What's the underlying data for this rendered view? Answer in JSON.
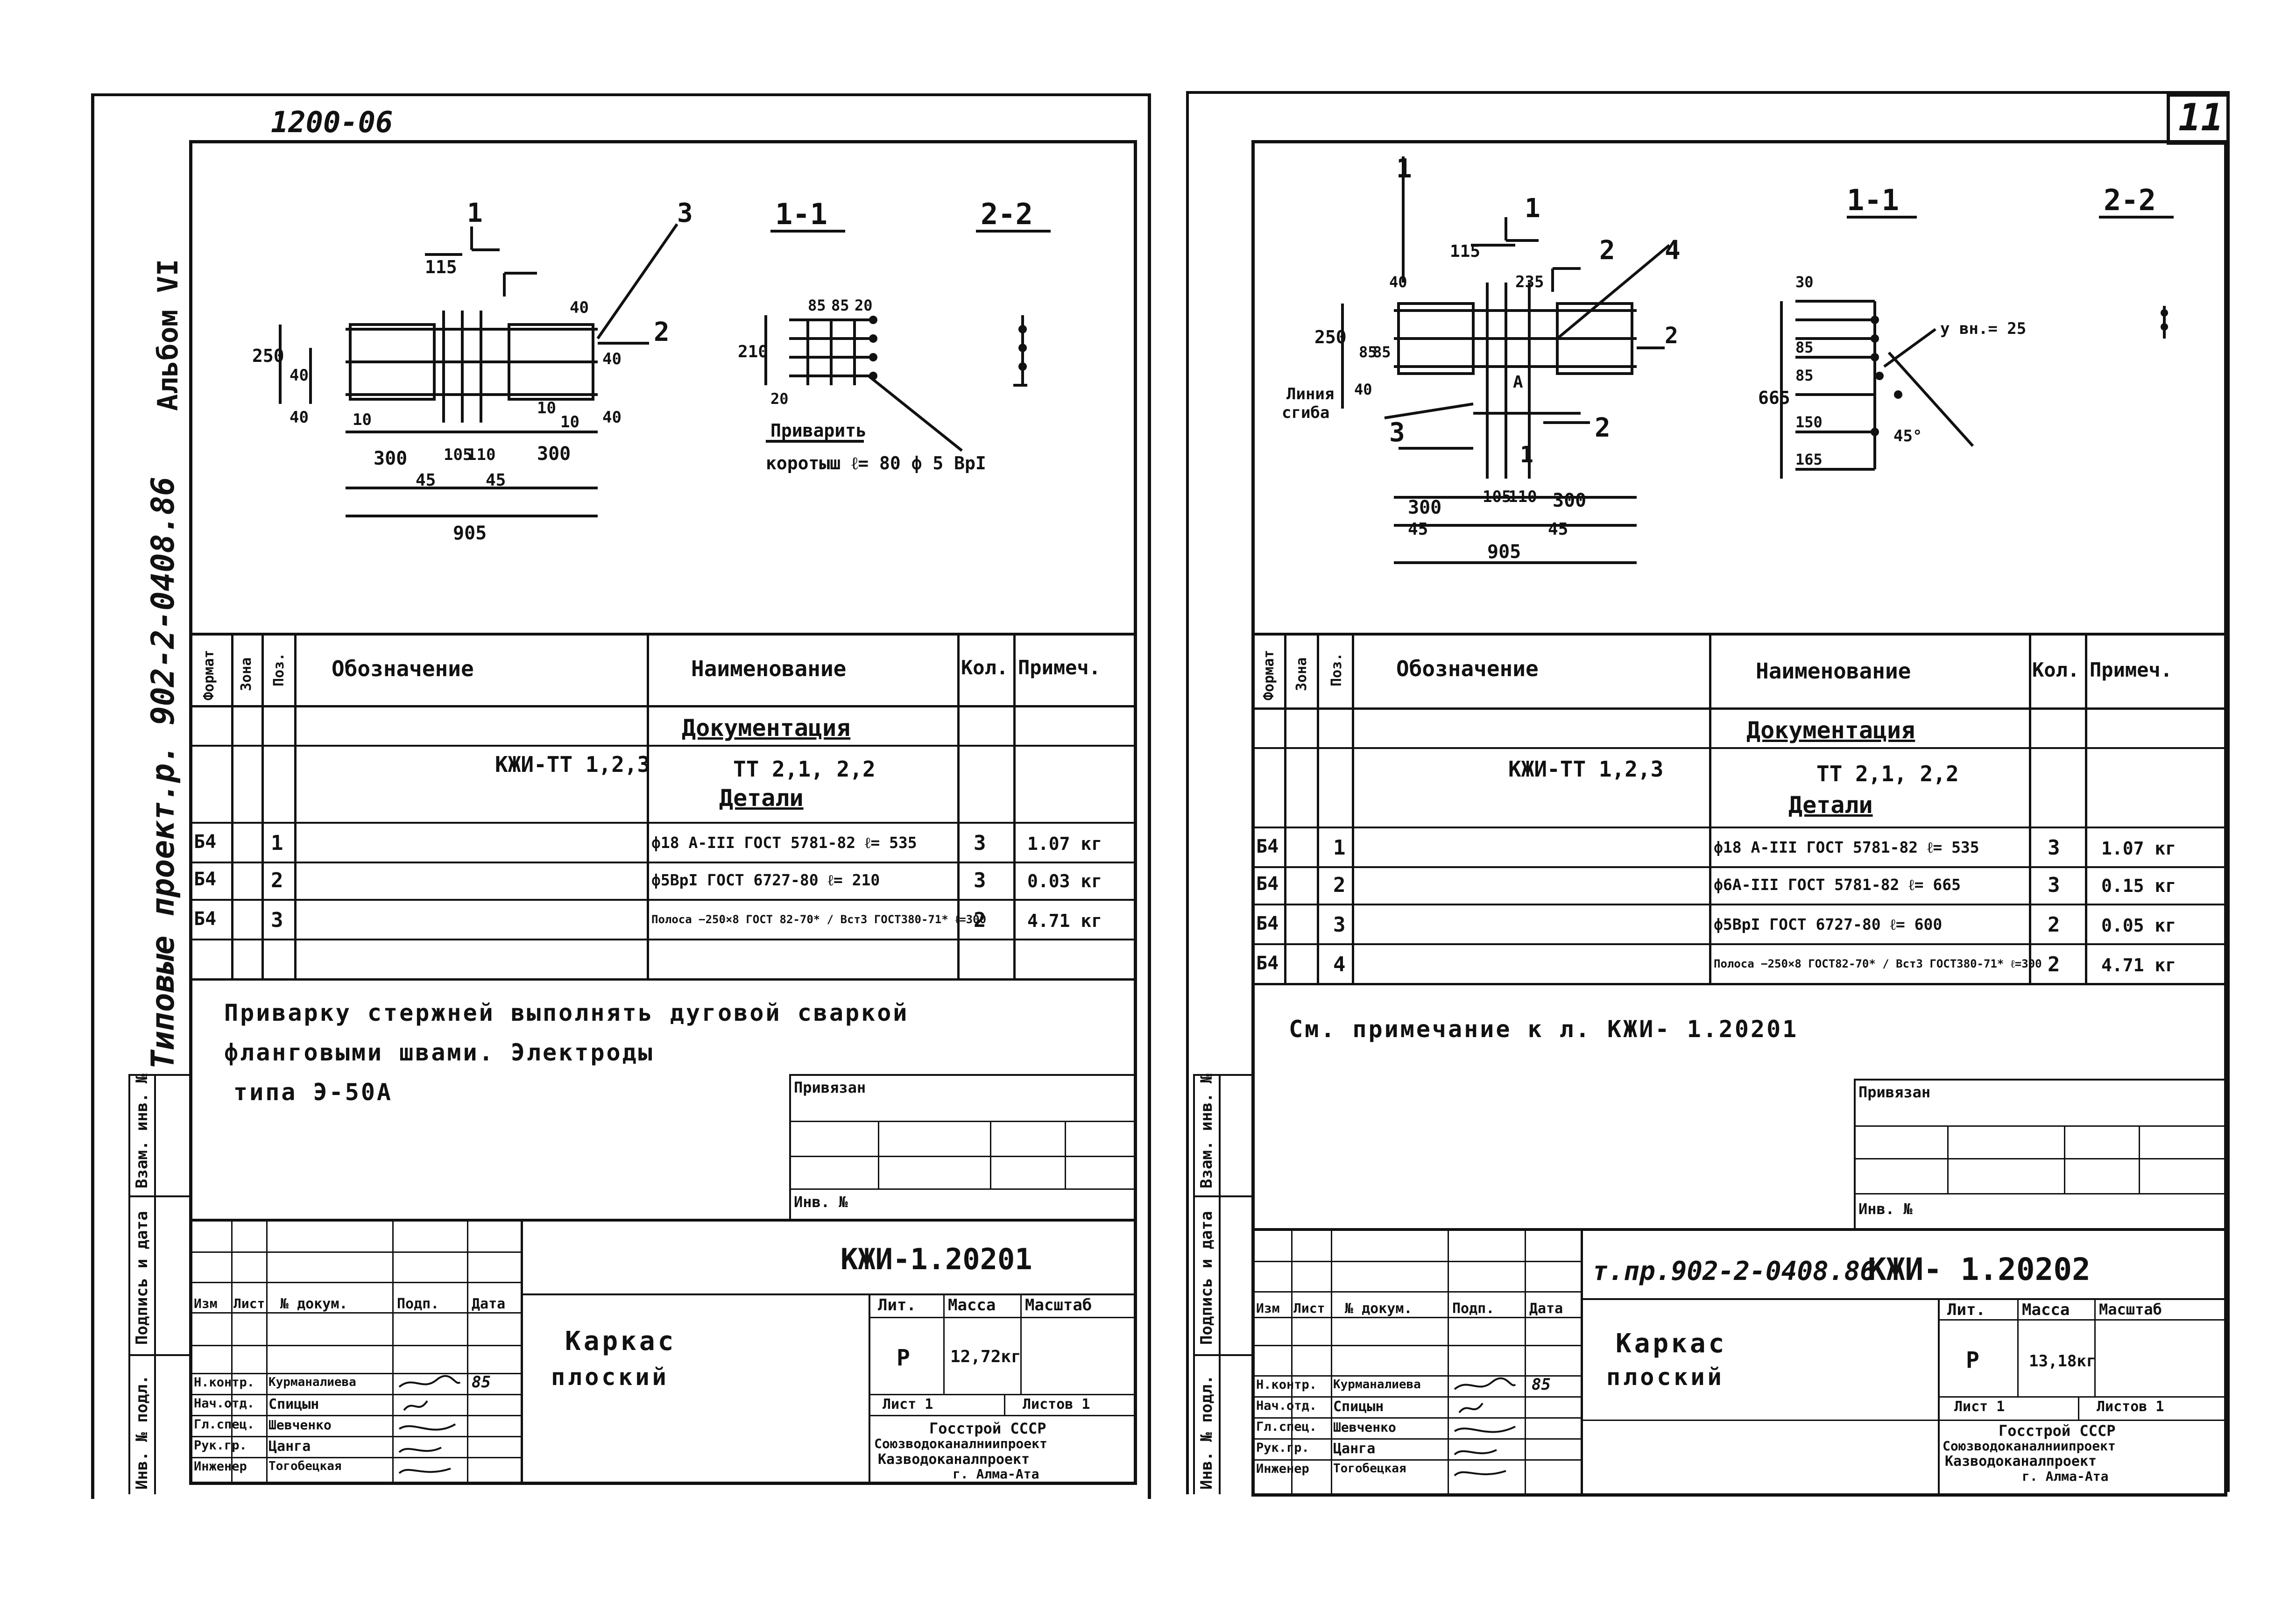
{
  "left": {
    "sheet_code": "1200-06",
    "album": "Альбом VI",
    "project": "Типовые проект.р. 902-2-0408.86",
    "drawing": {
      "pos_1": "1",
      "pos_2": "2",
      "pos_3": "3",
      "dims": [
        "115",
        "250",
        "40",
        "40",
        "10",
        "300",
        "105",
        "110",
        "300",
        "45",
        "45",
        "905",
        "40",
        "40",
        "10",
        "40",
        "10"
      ],
      "sect_1_1": "1-1",
      "sect_2_2": "2-2",
      "sect_dims": [
        "210",
        "85",
        "85",
        "20",
        "20"
      ],
      "weld_note_1": "Приварить",
      "weld_note_2": "коротыш ℓ= 80 ф 5 ВрI"
    },
    "table": {
      "headers": [
        "Формат",
        "Зона",
        "Поз.",
        "Обозначение",
        "Наименование",
        "Кол.",
        "Примеч."
      ],
      "section_docs": "Документация",
      "docs_code": "КЖИ-ТТ 1,2,3",
      "docs_name": "ТТ 2,1, 2,2",
      "section_parts": "Детали",
      "rows": [
        {
          "format": "Б4",
          "pos": "1",
          "name": "ф18 А-III ГОСТ 5781-82 ℓ= 535",
          "qty": "3",
          "note": "1.07 кг"
        },
        {
          "format": "Б4",
          "pos": "2",
          "name": "ф5ВрI ГОСТ 6727-80 ℓ= 210",
          "qty": "3",
          "note": "0.03 кг"
        },
        {
          "format": "Б4",
          "pos": "3",
          "name": "Полоса −250×8 ГОСТ 82-70* / Вст3 ГОСТ380-71* ℓ=300",
          "qty": "2",
          "note": "4.71 кг"
        }
      ]
    },
    "notes": [
      "Приварку стержней выполнять дуговой сваркой",
      "фланговыми швами. Электроды",
      "типа Э-50А"
    ],
    "privyazan": "Привязан",
    "inv": "Инв. №",
    "side_labels": [
      "Взам. инв. №",
      "Подпись и дата",
      "Инв. № подл."
    ],
    "title_code": "КЖИ-1.20201",
    "title_name_1": "Каркас",
    "title_name_2": "плоский",
    "lit_hdr": "Лит.",
    "mass_hdr": "Масса",
    "scale_hdr": "Масштаб",
    "lit": "Р",
    "mass": "12,72кг",
    "sheet": "Лист 1",
    "sheets": "Листов 1",
    "org_1": "Госстрой СССР",
    "org_2": "Союзводоканалниипроект",
    "org_3": "Казводоканалпроект",
    "org_4": "г. Алма-Ата",
    "sign_hdr": [
      "Изм",
      "Лист",
      "№ докум.",
      "Подп.",
      "Дата"
    ],
    "roles": [
      {
        "role": "Н.контр.",
        "name": "Курманалиева",
        "date": "85"
      },
      {
        "role": "Нач.отд.",
        "name": "Спицын",
        "date": ""
      },
      {
        "role": "Гл.спец.",
        "name": "Шевченко",
        "date": ""
      },
      {
        "role": "Рук.гр.",
        "name": "Цанга",
        "date": ""
      },
      {
        "role": "Инженер",
        "name": "Тогобецкая",
        "date": ""
      }
    ]
  },
  "right": {
    "page_number": "11",
    "drawing": {
      "pos_1": "1",
      "pos_2": "2",
      "pos_3": "3",
      "pos_4": "4",
      "pos_a": "А",
      "bend_line_1": "Линия",
      "bend_line_2": "сгиба",
      "dims": [
        "115",
        "235",
        "250",
        "40",
        "85",
        "85",
        "40",
        "300",
        "105",
        "110",
        "300",
        "45",
        "45",
        "905"
      ],
      "sect_1_1": "1-1",
      "sect_2_2": "2-2",
      "sect_dims": [
        "665",
        "165",
        "150",
        "85",
        "85",
        "30"
      ],
      "angle_note": "у вн.= 25",
      "angle": "45°"
    },
    "table": {
      "headers": [
        "Формат",
        "Зона",
        "Поз.",
        "Обозначение",
        "Наименование",
        "Кол.",
        "Примеч."
      ],
      "section_docs": "Документация",
      "docs_code": "КЖИ-ТТ 1,2,3",
      "docs_name": "ТТ 2,1, 2,2",
      "section_parts": "Детали",
      "rows": [
        {
          "format": "Б4",
          "pos": "1",
          "name": "ф18 А-III ГОСТ 5781-82 ℓ= 535",
          "qty": "3",
          "note": "1.07 кг"
        },
        {
          "format": "Б4",
          "pos": "2",
          "name": "ф6А-III ГОСТ 5781-82 ℓ= 665",
          "qty": "3",
          "note": "0.15 кг"
        },
        {
          "format": "Б4",
          "pos": "3",
          "name": "ф5ВрI ГОСТ 6727-80 ℓ= 600",
          "qty": "2",
          "note": "0.05 кг"
        },
        {
          "format": "Б4",
          "pos": "4",
          "name": "Полоса −250×8 ГОСТ82-70* / Вст3 ГОСТ380-71* ℓ=300",
          "qty": "2",
          "note": "4.71 кг"
        }
      ]
    },
    "notes": [
      "См. примечание к л. КЖИ- 1.20201"
    ],
    "privyazan": "Привязан",
    "inv": "Инв. №",
    "side_labels": [
      "Взам. инв. №",
      "Подпись и дата",
      "Инв. № подл."
    ],
    "title_code_prefix": "т.пр.902-2-0408.86",
    "title_code": "КЖИ- 1.20202",
    "title_name_1": "Каркас",
    "title_name_2": "плоский",
    "lit_hdr": "Лит.",
    "mass_hdr": "Масса",
    "scale_hdr": "Масштаб",
    "lit": "Р",
    "mass": "13,18кг",
    "sheet": "Лист 1",
    "sheets": "Листов 1",
    "org_1": "Госстрой СССР",
    "org_2": "Союзводоканалниипроект",
    "org_3": "Казводоканалпроект",
    "org_4": "г. Алма-Ата",
    "sign_hdr": [
      "Изм",
      "Лист",
      "№ докум.",
      "Подп.",
      "Дата"
    ],
    "roles": [
      {
        "role": "Н.контр.",
        "name": "Курманалиева",
        "date": "85"
      },
      {
        "role": "Нач.отд.",
        "name": "Спицын",
        "date": ""
      },
      {
        "role": "Гл.спец.",
        "name": "Шевченко",
        "date": ""
      },
      {
        "role": "Рук.гр.",
        "name": "Цанга",
        "date": ""
      },
      {
        "role": "Инженер",
        "name": "Тогобецкая",
        "date": ""
      }
    ]
  }
}
